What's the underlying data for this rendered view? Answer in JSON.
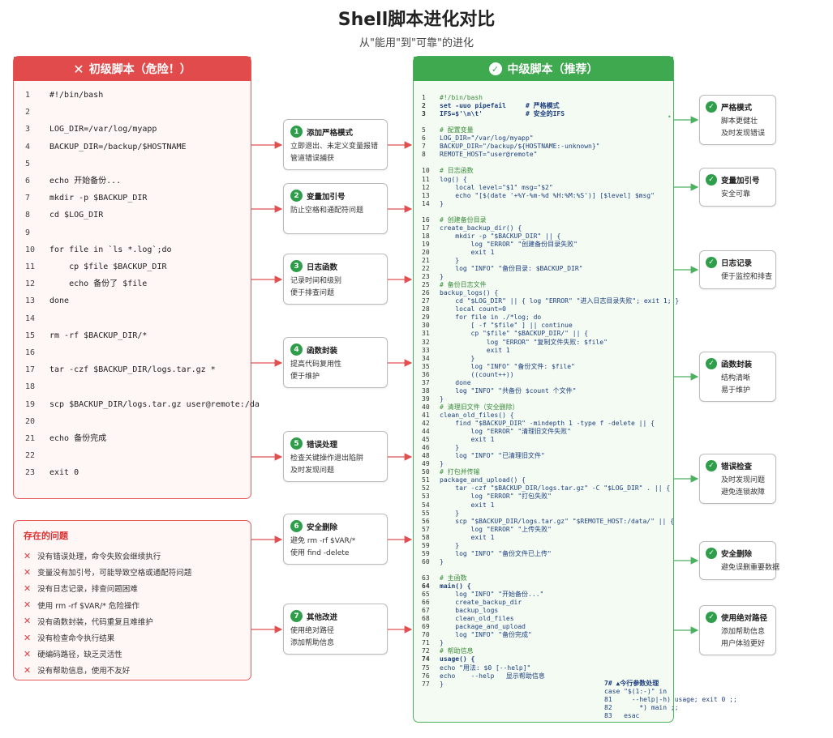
{
  "title": "Shell脚本进化对比",
  "subtitle": "从\"能用\"到\"可靠\"的进化",
  "left": {
    "header": "初级脚本（危险！）",
    "lines": [
      {
        "n": "1",
        "t": "#!/bin/bash"
      },
      {
        "n": "2",
        "t": ""
      },
      {
        "n": "3",
        "t": "LOG_DIR=/var/log/myapp"
      },
      {
        "n": "4",
        "t": "BACKUP_DIR=/backup/$HOSTNAME"
      },
      {
        "n": "5",
        "t": ""
      },
      {
        "n": "6",
        "t": "echo 开始备份..."
      },
      {
        "n": "7",
        "t": "mkdir -p $BACKUP_DIR"
      },
      {
        "n": "8",
        "t": "cd $LOG_DIR"
      },
      {
        "n": "9",
        "t": ""
      },
      {
        "n": "10",
        "t": "for file in `ls *.log`;do"
      },
      {
        "n": "11",
        "t": "    cp $file $BACKUP_DIR"
      },
      {
        "n": "12",
        "t": "    echo 备份了 $file"
      },
      {
        "n": "13",
        "t": "done"
      },
      {
        "n": "14",
        "t": ""
      },
      {
        "n": "15",
        "t": "rm -rf $BACKUP_DIR/*"
      },
      {
        "n": "16",
        "t": ""
      },
      {
        "n": "17",
        "t": "tar -czf $BACKUP_DIR/logs.tar.gz *"
      },
      {
        "n": "18",
        "t": ""
      },
      {
        "n": "19",
        "t": "scp $BACKUP_DIR/logs.tar.gz user@remote:/da"
      },
      {
        "n": "20",
        "t": ""
      },
      {
        "n": "21",
        "t": "echo 备份完成"
      },
      {
        "n": "22",
        "t": ""
      },
      {
        "n": "23",
        "t": "exit 0"
      }
    ]
  },
  "issues": {
    "title": "存在的问题",
    "items": [
      "没有错误处理，命令失败会继续执行",
      "变量没有加引号，可能导致空格或通配符问题",
      "没有日志记录，排查问题困难",
      "使用 rm -rf $VAR/* 危险操作",
      "没有函数封装，代码重复且难维护",
      "没有检查命令执行结果",
      "硬编码路径，缺乏灵活性",
      "没有帮助信息，使用不友好"
    ]
  },
  "middle": [
    {
      "num": "1",
      "title": "添加严格模式",
      "desc1": "立即退出、未定义变量报错",
      "desc2": "管道错误捕获"
    },
    {
      "num": "2",
      "title": "变量加引号",
      "desc1": "防止空格和通配符问题",
      "desc2": ""
    },
    {
      "num": "3",
      "title": "日志函数",
      "desc1": "记录时间和级别",
      "desc2": "便于排查问题"
    },
    {
      "num": "4",
      "title": "函数封装",
      "desc1": "提高代码复用性",
      "desc2": "便于维护"
    },
    {
      "num": "5",
      "title": "错误处理",
      "desc1": "检查关键操作退出陷阱",
      "desc2": "及时发现问题"
    },
    {
      "num": "6",
      "title": "安全删除",
      "desc1": "避免 rm -rf $VAR/*",
      "desc2": "使用 find -delete"
    },
    {
      "num": "7",
      "title": "其他改进",
      "desc1": "使用绝对路径",
      "desc2": "添加帮助信息"
    }
  ],
  "right": {
    "header": "中级脚本（推荐）",
    "lines": [
      {
        "n": "1",
        "t": "#!/bin/bash",
        "c": "cm"
      },
      {
        "n": "2",
        "t": "set -uuo pipefail     # 严格模式",
        "c": "br"
      },
      {
        "n": "3",
        "t": "IFS=$'\\n\\t'           # 安全的IFS",
        "c": "br"
      },
      {
        "n": "",
        "t": "",
        "c": ""
      },
      {
        "n": "5",
        "t": "# 配置变量",
        "c": "cm"
      },
      {
        "n": "6",
        "t": "LOG_DIR=\"/var/log/myapp\"",
        "c": ""
      },
      {
        "n": "7",
        "t": "BACKUP_DIR=\"/backup/${HOSTNAME:-unknown}\"",
        "c": ""
      },
      {
        "n": "8",
        "t": "REMOTE_HOST=\"user@remote\"",
        "c": ""
      },
      {
        "n": "",
        "t": "",
        "c": ""
      },
      {
        "n": "10",
        "t": "# 日志函数",
        "c": "cm"
      },
      {
        "n": "11",
        "t": "log() {",
        "c": ""
      },
      {
        "n": "12",
        "t": "    local level=\"$1\" msg=\"$2\"",
        "c": ""
      },
      {
        "n": "13",
        "t": "    echo \"[$(date '+%Y-%m-%d %H:%M:%S')] [$level] $msg\"",
        "c": ""
      },
      {
        "n": "14",
        "t": "}",
        "c": ""
      },
      {
        "n": "",
        "t": "",
        "c": ""
      },
      {
        "n": "16",
        "t": "# 创建备份目录",
        "c": "cm"
      },
      {
        "n": "17",
        "t": "create_backup_dir() {",
        "c": ""
      },
      {
        "n": "18",
        "t": "    mkdir -p \"$BACKUP_DIR\" || {",
        "c": ""
      },
      {
        "n": "19",
        "t": "        log \"ERROR\" \"创建备份目录失败\"",
        "c": ""
      },
      {
        "n": "20",
        "t": "        exit 1",
        "c": ""
      },
      {
        "n": "21",
        "t": "    }",
        "c": ""
      },
      {
        "n": "22",
        "t": "    log \"INFO\" \"备份目录: $BACKUP_DIR\"",
        "c": ""
      },
      {
        "n": "23",
        "t": "}",
        "c": ""
      },
      {
        "n": "25",
        "t": "# 备份日志文件",
        "c": "cm"
      },
      {
        "n": "26",
        "t": "backup_logs() {",
        "c": ""
      },
      {
        "n": "27",
        "t": "    cd \"$LOG_DIR\" || { log \"ERROR\" \"进入日志目录失败\"; exit 1; }",
        "c": ""
      },
      {
        "n": "28",
        "t": "    local count=0",
        "c": ""
      },
      {
        "n": "29",
        "t": "    for file in ./*log; do",
        "c": ""
      },
      {
        "n": "30",
        "t": "        [ -f \"$file\" ] || continue",
        "c": ""
      },
      {
        "n": "31",
        "t": "        cp \"$file\" \"$BACKUP_DIR/\" || {",
        "c": ""
      },
      {
        "n": "32",
        "t": "            log \"ERROR\" \"复制文件失败: $file\"",
        "c": ""
      },
      {
        "n": "33",
        "t": "            exit 1",
        "c": ""
      },
      {
        "n": "34",
        "t": "        }",
        "c": ""
      },
      {
        "n": "35",
        "t": "        log \"INFO\" \"备份文件: $file\"",
        "c": ""
      },
      {
        "n": "36",
        "t": "        ((count++))",
        "c": ""
      },
      {
        "n": "37",
        "t": "    done",
        "c": ""
      },
      {
        "n": "38",
        "t": "    log \"INFO\" \"共备份 $count 个文件\"",
        "c": ""
      },
      {
        "n": "39",
        "t": "}",
        "c": ""
      },
      {
        "n": "40",
        "t": "# 清理旧文件（安全删除）",
        "c": "cm"
      },
      {
        "n": "41",
        "t": "clean_old_files() {",
        "c": ""
      },
      {
        "n": "42",
        "t": "    find \"$BACKUP_DIR\" -mindepth 1 -type f -delete || {",
        "c": ""
      },
      {
        "n": "44",
        "t": "        log \"ERROR\" \"清理旧文件失败\"",
        "c": ""
      },
      {
        "n": "45",
        "t": "        exit 1",
        "c": ""
      },
      {
        "n": "46",
        "t": "    }",
        "c": ""
      },
      {
        "n": "48",
        "t": "    log \"INFO\" \"已清理旧文件\"",
        "c": ""
      },
      {
        "n": "49",
        "t": "}",
        "c": ""
      },
      {
        "n": "50",
        "t": "# 打包并传输",
        "c": "cm"
      },
      {
        "n": "51",
        "t": "package_and_upload() {",
        "c": ""
      },
      {
        "n": "52",
        "t": "    tar -czf \"$BACKUP_DIR/logs.tar.gz\" -C \"$LOG_DIR\" . || {",
        "c": ""
      },
      {
        "n": "53",
        "t": "        log \"ERROR\" \"打包失败\"",
        "c": ""
      },
      {
        "n": "54",
        "t": "        exit 1",
        "c": ""
      },
      {
        "n": "55",
        "t": "    }",
        "c": ""
      },
      {
        "n": "56",
        "t": "    scp \"$BACKUP_DIR/logs.tar.gz\" \"$REMOTE_HOST:/data/\" || {",
        "c": ""
      },
      {
        "n": "57",
        "t": "        log \"ERROR\" \"上传失败\"",
        "c": ""
      },
      {
        "n": "58",
        "t": "        exit 1",
        "c": ""
      },
      {
        "n": "59",
        "t": "    }",
        "c": ""
      },
      {
        "n": "59",
        "t": "    log \"INFO\" \"备份文件已上传\"",
        "c": ""
      },
      {
        "n": "60",
        "t": "}",
        "c": ""
      },
      {
        "n": "",
        "t": "",
        "c": ""
      },
      {
        "n": "63",
        "t": "# 主函数",
        "c": "cm"
      },
      {
        "n": "64",
        "t": "main() {",
        "c": "br"
      },
      {
        "n": "65",
        "t": "    log \"INFO\" \"开始备份...\"",
        "c": ""
      },
      {
        "n": "66",
        "t": "    create_backup_dir",
        "c": ""
      },
      {
        "n": "67",
        "t": "    backup_logs",
        "c": ""
      },
      {
        "n": "68",
        "t": "    clean_old_files",
        "c": ""
      },
      {
        "n": "69",
        "t": "    package_and_upload",
        "c": ""
      },
      {
        "n": "70",
        "t": "    log \"INFO\" \"备份完成\"",
        "c": ""
      },
      {
        "n": "71",
        "t": "}",
        "c": ""
      },
      {
        "n": "72",
        "t": "# 帮助信息",
        "c": "cm"
      },
      {
        "n": "74",
        "t": "usage() {",
        "c": "br"
      },
      {
        "n": "75",
        "t": "echo \"用法: $0 [--help]\"",
        "c": ""
      },
      {
        "n": "76",
        "t": "echo    --help   显示帮助信息",
        "c": ""
      },
      {
        "n": "77",
        "t": "}",
        "c": ""
      }
    ],
    "side": [
      {
        "t": "7# ▲今行参数处理",
        "c": "br"
      },
      {
        "t": "case \"$(1:-)\" in",
        "c": ""
      },
      {
        "t": "81     --help|-h) usage; exit 0 ;;",
        "c": ""
      },
      {
        "t": "82       *) main ;;",
        "c": ""
      },
      {
        "t": "83   esac",
        "c": ""
      }
    ]
  },
  "rightboxes": [
    {
      "title": "严格模式",
      "desc1": "脚本更健壮",
      "desc2": "及时发现错误"
    },
    {
      "title": "变量加引号",
      "desc1": "安全可靠",
      "desc2": ""
    },
    {
      "title": "日志记录",
      "desc1": "便于监控和排查",
      "desc2": ""
    },
    {
      "title": "函数封装",
      "desc1": "结构清晰",
      "desc2": "易于维护"
    },
    {
      "title": "错误检查",
      "desc1": "及时发现问题",
      "desc2": "避免连锁故障"
    },
    {
      "title": "安全删除",
      "desc1": "避免误删重要数据",
      "desc2": ""
    },
    {
      "title": "使用绝对路径",
      "desc1": "添加帮助信息",
      "desc2": "用户体验更好"
    }
  ],
  "colors": {
    "danger": "#e24b4b",
    "safe": "#3ea94f",
    "step": "#2e9e4a",
    "arrow_red": "#e05050",
    "arrow_green": "#4cb061"
  },
  "icons": {
    "left_header": "cross-icon",
    "right_header": "check-circle-icon",
    "issue": "cross-icon",
    "step": "number-badge",
    "benefit": "check-circle-icon"
  }
}
